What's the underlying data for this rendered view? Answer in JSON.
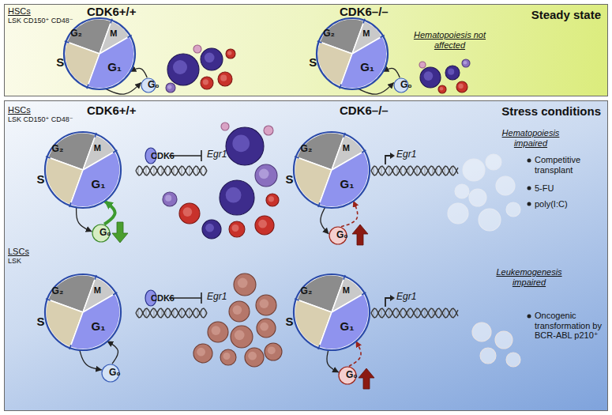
{
  "diagram": {
    "nodes": [
      {
        "text": [
          "Steady state"
        ]
      },
      {
        "text": [
          "G₂",
          "M",
          "S",
          "G₁"
        ],
        "in": 0
      },
      {
        "text": [
          "G₀"
        ],
        "in": 0
      },
      {
        "text": [
          "G₂",
          "M",
          "S",
          "G₁"
        ],
        "in": 0
      },
      {
        "text": [
          "G₀"
        ],
        "in": 0
      },
      {
        "text": [
          "Stress conditions"
        ]
      },
      {
        "text": [
          "G₂",
          "M",
          "S",
          "G₁"
        ],
        "in": 5
      },
      {
        "text": [
          "G₀"
        ],
        "in": 5
      },
      {
        "text": [
          "CDK6"
        ],
        "in": 5
      },
      {
        "text": [
          "G₂",
          "M",
          "S",
          "G₁"
        ],
        "in": 5
      },
      {
        "text": [
          "G₀"
        ],
        "in": 5
      },
      {
        "text": [
          "G₂",
          "M",
          "S",
          "G₁"
        ],
        "in": 5
      },
      {
        "text": [
          "G₀"
        ],
        "in": 5
      },
      {
        "text": [
          "CDK6"
        ],
        "in": 5
      },
      {
        "text": [
          "G₂",
          "M",
          "S",
          "G₁"
        ],
        "in": 5
      },
      {
        "text": [
          "G₀"
        ],
        "in": 5
      }
    ],
    "edges": [
      {
        "from": 1,
        "to": 2,
        "arrow": "to"
      },
      {
        "from": 2,
        "to": 1,
        "arrow": "to"
      },
      {
        "from": 3,
        "to": 4,
        "arrow": "to"
      },
      {
        "from": 4,
        "to": 3,
        "arrow": "to"
      },
      {
        "from": 6,
        "to": 7,
        "arrow": "to"
      },
      {
        "from": 7,
        "to": 6,
        "arrow": "to"
      },
      {
        "from": 9,
        "to": 10,
        "arrow": "to"
      },
      {
        "from": 10,
        "to": 9,
        "arrow": "to"
      },
      {
        "from": 11,
        "to": 12,
        "arrow": "to"
      },
      {
        "from": 12,
        "to": 11,
        "arrow": "to"
      },
      {
        "from": 14,
        "to": 15,
        "arrow": "to"
      },
      {
        "from": 15,
        "to": 14,
        "arrow": "to"
      }
    ],
    "labels": [
      "HSCs",
      "LSK CD150⁺ CD48⁻",
      "CDK6+/+",
      "CDK6–/–",
      "Hematopoiesis not affected",
      "HSCs",
      "LSK CD150⁺ CD48⁻",
      "CDK6+/+",
      "CDK6–/–",
      "Egr1",
      "Egr1",
      "Hematopoiesis impaired",
      "Competitive transplant",
      "5-FU",
      "poly(I:C)",
      "LSCs",
      "LSK",
      "Egr1",
      "Egr1",
      "Leukemogenesis impaired",
      "Oncogenic transformation by BCR-ABL p210⁺"
    ]
  }
}
